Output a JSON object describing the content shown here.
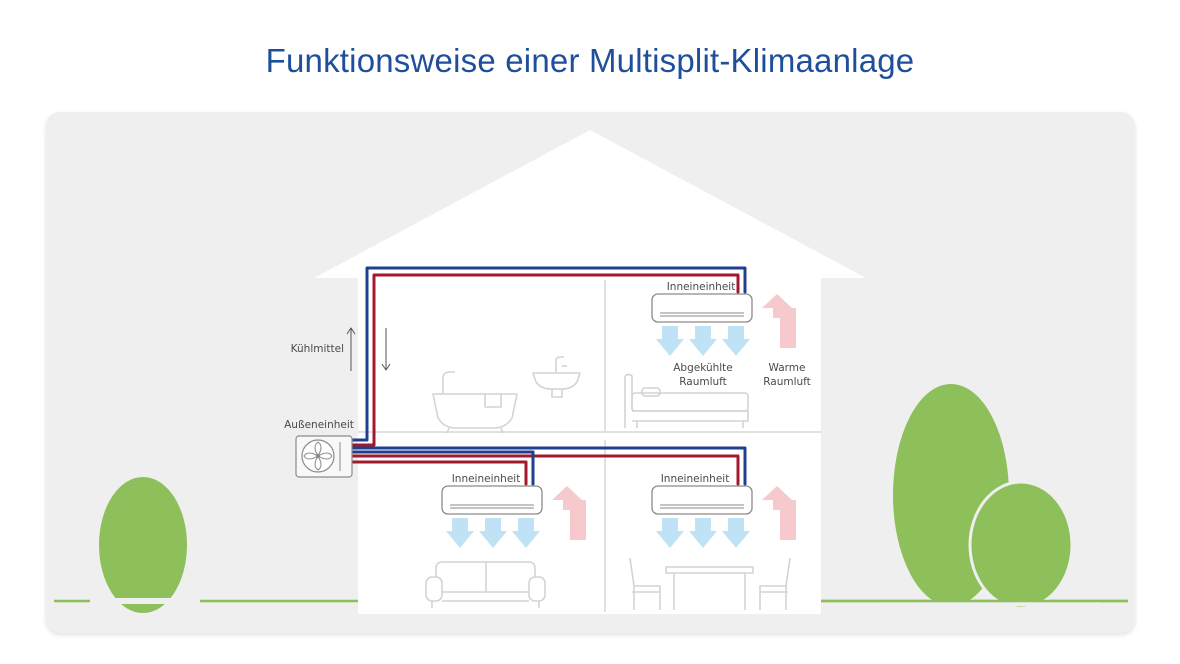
{
  "title": "Funktionsweise einer Multisplit-Klimaanlage",
  "labels": {
    "coolant": "Kühlmittel",
    "outdoor_unit": "Außeneinheit",
    "indoor_unit": "Inneineinheit",
    "cooled_air_line1": "Abgekühlte",
    "cooled_air_line2": "Raumluft",
    "warm_air_line1": "Warme",
    "warm_air_line2": "Raumluft"
  },
  "colors": {
    "title": "#1f4f9a",
    "pipe_blue": "#1f3f8f",
    "pipe_red": "#a3182c",
    "tree_green": "#8dbf5a",
    "ground_green": "#8dbf5a",
    "cool_air": "#bfe3f5",
    "warm_air": "#f6c9cd"
  },
  "icons": [
    "fan-icon",
    "bathtub-icon",
    "sink-icon",
    "bed-icon",
    "sofa-icon",
    "dining-table-icon",
    "chair-icon"
  ]
}
